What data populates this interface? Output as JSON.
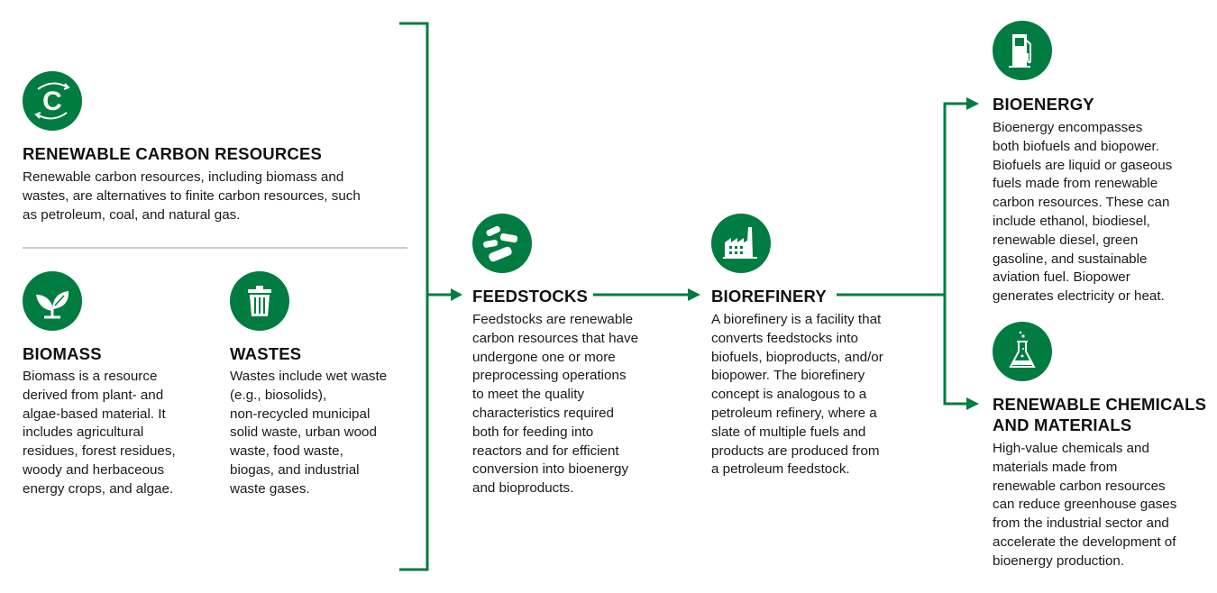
{
  "colors": {
    "accent": "#007c41",
    "divider": "#cccccc"
  },
  "renewable": {
    "icon": "carbon-cycle-icon",
    "title": "RENEWABLE CARBON RESOURCES",
    "lines": [
      "Renewable carbon resources, including biomass and",
      "wastes, are alternatives to finite carbon resources, such",
      "as petroleum, coal, and natural gas."
    ]
  },
  "biomass": {
    "icon": "plant-icon",
    "title": "BIOMASS",
    "lines": [
      "Biomass is a resource",
      "derived from plant- and",
      "algae-based material. It",
      "includes agricultural",
      "residues, forest residues,",
      "woody and herbaceous",
      "energy crops, and algae."
    ]
  },
  "wastes": {
    "icon": "trash-icon",
    "title": "WASTES",
    "lines": [
      "Wastes include wet waste",
      "(e.g., biosolids),",
      "non-recycled municipal",
      "solid waste, urban wood",
      "waste, food waste,",
      "biogas, and industrial",
      "waste gases."
    ]
  },
  "feedstocks": {
    "icon": "feedstock-pellets-icon",
    "title": "FEEDSTOCKS",
    "lines": [
      "Feedstocks are renewable",
      "carbon resources that have",
      "undergone one or more",
      "preprocessing operations",
      "to meet the quality",
      "characteristics required",
      "both for feeding into",
      "reactors and for efficient",
      "conversion into bioenergy",
      "and bioproducts."
    ]
  },
  "biorefinery": {
    "icon": "factory-icon",
    "title": "BIOREFINERY",
    "lines": [
      "A biorefinery is a facility that",
      "converts feedstocks into",
      "biofuels, bioproducts, and/or",
      "biopower. The biorefinery",
      "concept is analogous to a",
      "petroleum refinery, where a",
      "slate of multiple fuels and",
      "products are produced from",
      "a petroleum feedstock."
    ]
  },
  "bioenergy": {
    "icon": "fuel-pump-icon",
    "title": "BIOENERGY",
    "lines": [
      "Bioenergy encompasses",
      "both biofuels and biopower.",
      "Biofuels are liquid or gaseous",
      "fuels made from renewable",
      "carbon resources. These can",
      "include ethanol, biodiesel,",
      "renewable diesel, green",
      "gasoline, and sustainable",
      "aviation fuel. Biopower",
      "generates electricity or heat."
    ]
  },
  "chemicals": {
    "icon": "flask-icon",
    "title_lines": [
      "RENEWABLE CHEMICALS",
      "AND MATERIALS"
    ],
    "lines": [
      "High-value chemicals and",
      "materials made from",
      "renewable carbon resources",
      "can reduce greenhouse gases",
      "from the industrial sector and",
      "accelerate the development of",
      "bioenergy production."
    ]
  }
}
